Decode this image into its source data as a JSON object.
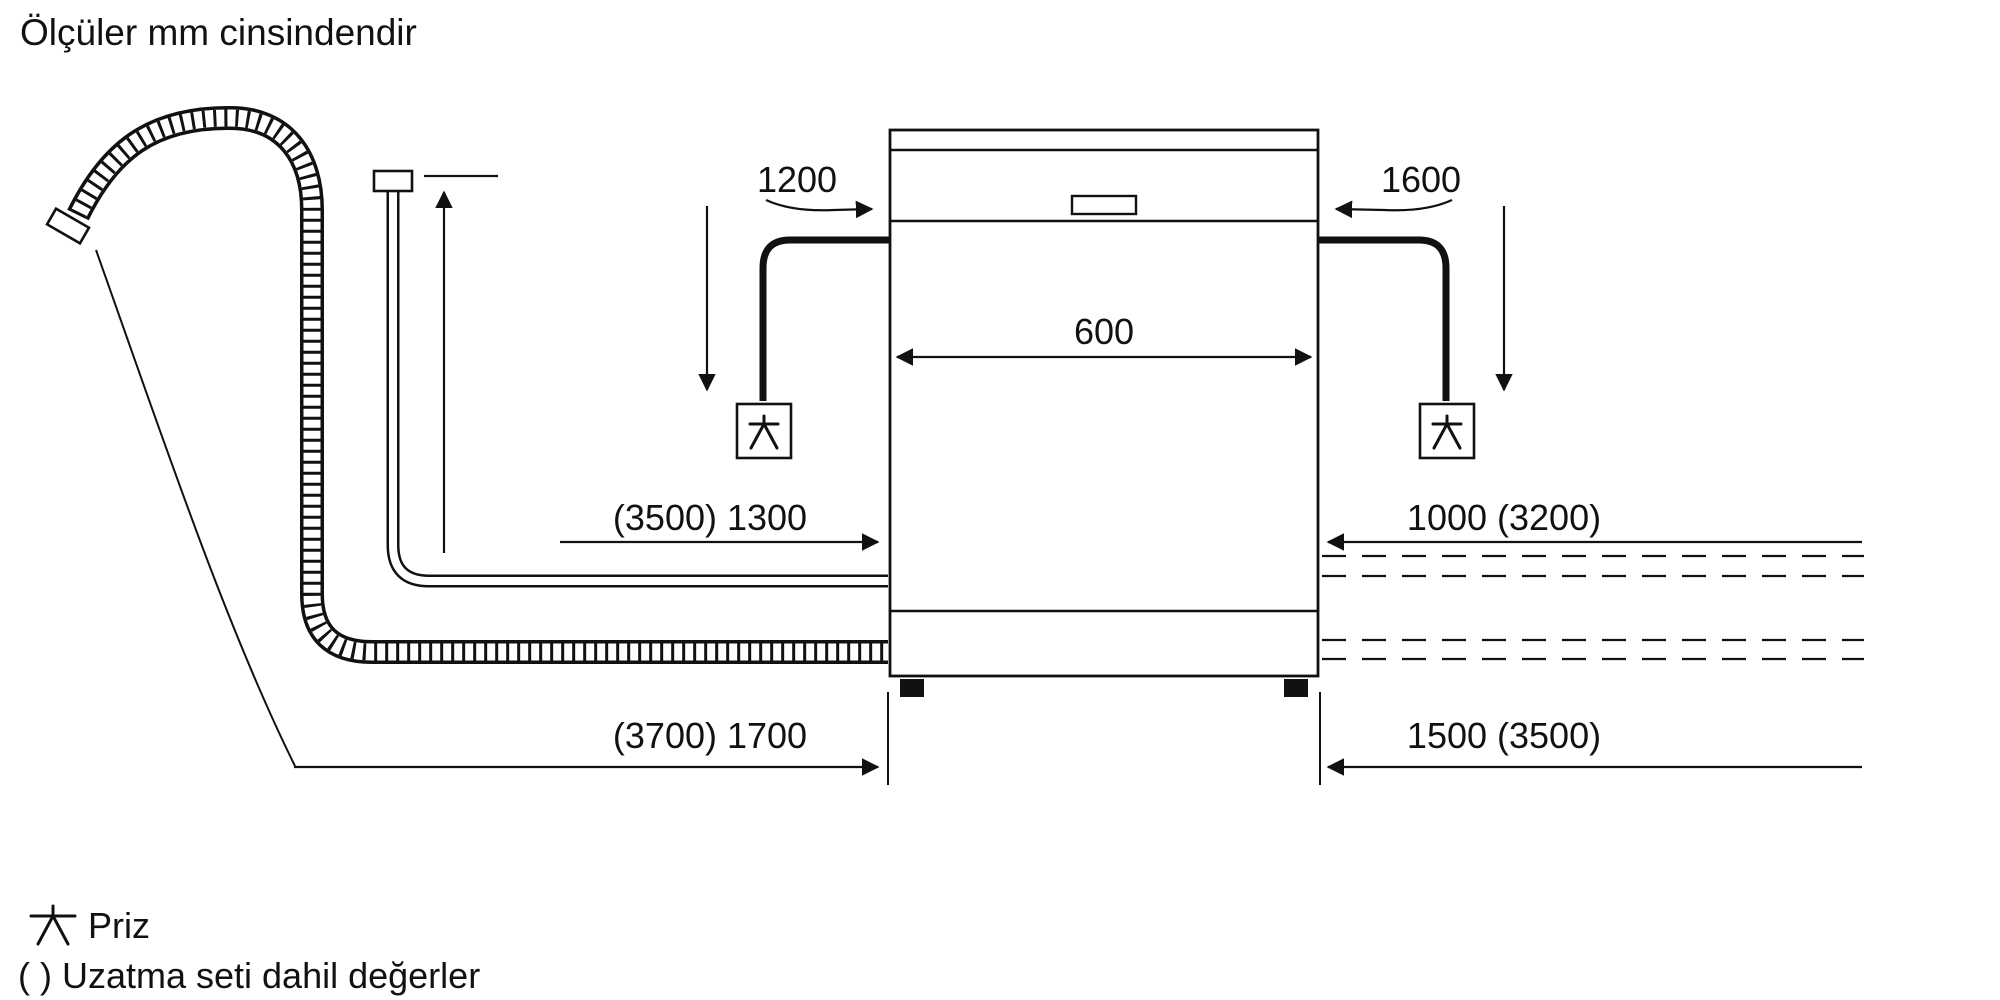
{
  "page": {
    "title": "Ölçüler mm cinsindendir",
    "background": "#ffffff",
    "line_color": "#111111"
  },
  "dimensions": {
    "cable_left": "1200",
    "cable_right": "1600",
    "appliance_width": "600",
    "supply_hose_left": "(3500) 1300",
    "inlet_right": "1000 (3200)",
    "drain_hose_left": "(3700) 1700",
    "drain_right": "1500 (3500)"
  },
  "legend": {
    "socket_label": "Priz",
    "brackets_note": "( ) Uzatma seti dahil değerler"
  },
  "icons": {
    "socket": "socket-icon"
  }
}
